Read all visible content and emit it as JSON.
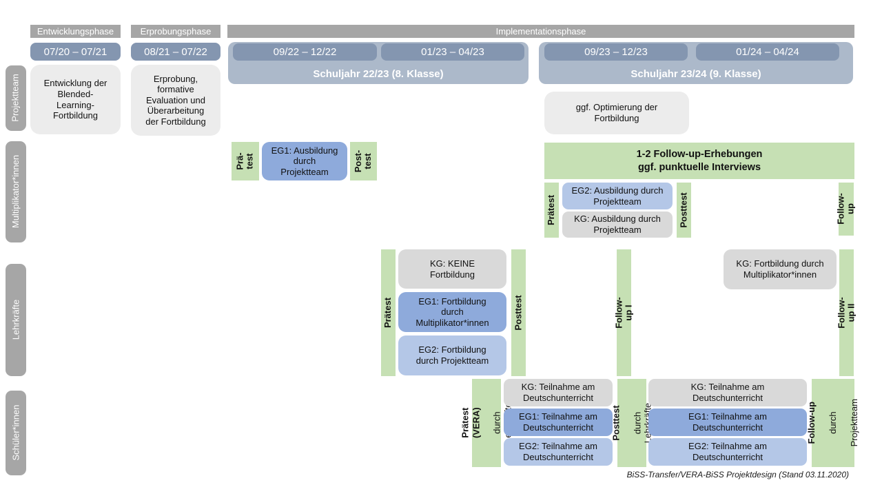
{
  "colors": {
    "header_gray": "#a6a6a6",
    "date_bar_blue": "#8496b0",
    "schuljahr_blue": "#acb9ca",
    "projektteam_box_gray": "#ececec",
    "kg_gray": "#d9d9d9",
    "eg1_blue": "#8eaadb",
    "eg2_blue": "#b4c7e7",
    "test_green": "#c6e0b4",
    "text_white": "#ffffff",
    "text_black": "#111111"
  },
  "phase_headers": {
    "entwicklung": "Entwicklungsphase",
    "erprobung": "Erprobungsphase",
    "implementation": "Implementationsphase"
  },
  "timeline": {
    "d_entwicklung": "07/20 – 07/21",
    "d_erprobung": "08/21 – 07/22",
    "sj1": {
      "label": "Schuljahr 22/23 (8. Klasse)",
      "d1": "09/22 – 12/22",
      "d2": "01/23 – 04/23"
    },
    "sj2": {
      "label": "Schuljahr 23/24 (9. Klasse)",
      "d1": "09/23 – 12/23",
      "d2": "01/24 – 04/24"
    }
  },
  "rows": {
    "projektteam": {
      "label": "Projektteam",
      "entwicklung_box": "Entwicklung der\nBlended-\nLearning-\nFortbildung",
      "erprobung_box": "Erprobung,\nformative\nEvaluation und\nÜberarbeitung\nder Fortbildung",
      "optimierung_box": "ggf. Optimierung der\nFortbildung"
    },
    "multiplikatoren": {
      "label": "Multiplikator*innen",
      "praetest1": "Prä-\ntest",
      "eg1": "EG1: Ausbildung\ndurch\nProjektteam",
      "posttest1": "Post-\ntest",
      "followup_erhebungen": "1-2 Follow-up-Erhebungen\nggf. punktuelle Interviews",
      "praetest2": "Prätest",
      "eg2": "EG2: Ausbildung durch\nProjektteam",
      "kg": "KG: Ausbildung durch\nProjektteam",
      "posttest2": "Posttest",
      "followup": "Follow-up"
    },
    "lehrkraefte": {
      "label": "Lehrkräfte",
      "praetest": "Prätest",
      "kg": "KG: KEINE\nFortbildung",
      "eg1": "EG1: Fortbildung\ndurch\nMultiplikator*innen",
      "eg2": "EG2: Fortbildung\ndurch Projektteam",
      "posttest": "Posttest",
      "followup1": "Follow-up I",
      "kg2": "KG: Fortbildung durch\nMultiplikator*innen",
      "followup2": "Follow-up II"
    },
    "schueler": {
      "label": "Schüler*innen",
      "praetest": {
        "line1": "Prätest (VERA)",
        "line2": "durch Lehrkräfte"
      },
      "kg1": "KG: Teilnahme am\nDeutschunterricht",
      "eg1a": "EG1: Teilnahme am\nDeutschunterricht",
      "eg2a": "EG2: Teilnahme am\nDeutschunterricht",
      "posttest": {
        "line1": "Posttest",
        "line2": "durch Lehrkräfte"
      },
      "kg2": "KG: Teilnahme am\nDeutschunterricht",
      "eg1b": "EG1: Teilnahme am\nDeutschunterricht",
      "eg2b": "EG2: Teilnahme am\nDeutschunterricht",
      "followup": {
        "line1": "Follow-up",
        "line2": "durch",
        "line3": "Projektteam"
      }
    }
  },
  "caption": "BiSS-Transfer/VERA-BiSS Projektdesign (Stand 03.11.2020)"
}
